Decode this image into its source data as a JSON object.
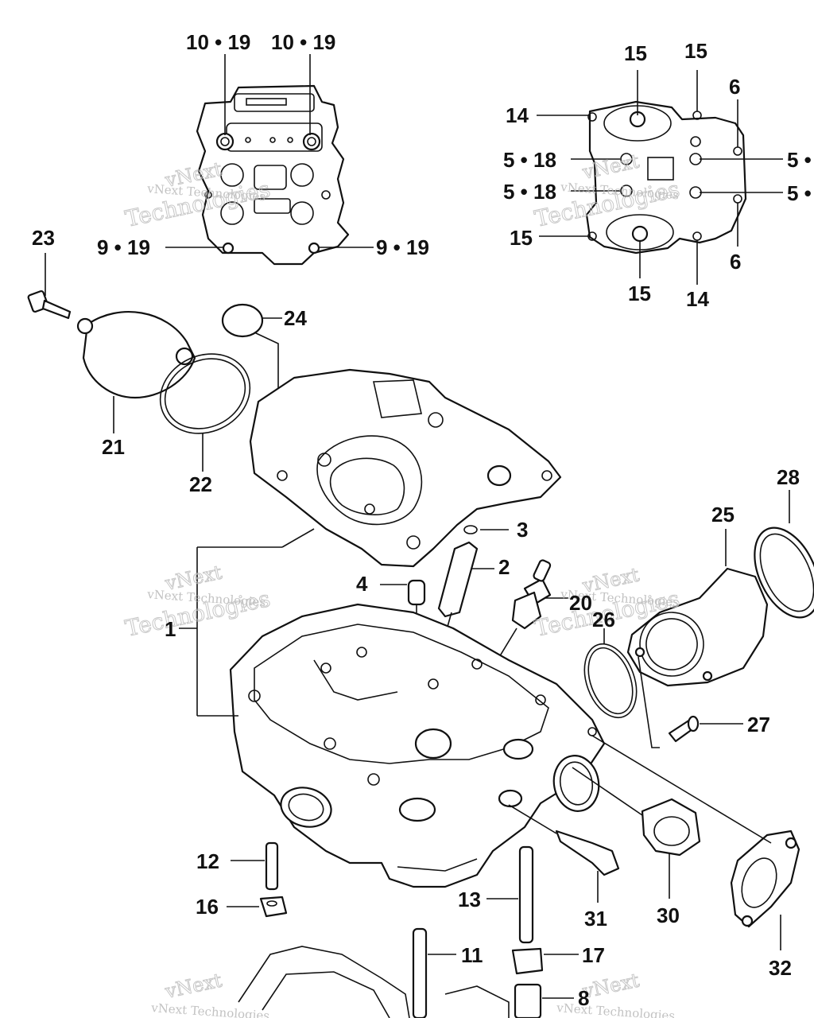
{
  "diagram": {
    "callouts": [
      {
        "id": "c-10-19-a",
        "text": "10 • 19"
      },
      {
        "id": "c-10-19-b",
        "text": "10 • 19"
      },
      {
        "id": "c-9-19-a",
        "text": "9 • 19"
      },
      {
        "id": "c-9-19-b",
        "text": "9 • 19"
      },
      {
        "id": "c-15-a",
        "text": "15"
      },
      {
        "id": "c-15-b",
        "text": "15"
      },
      {
        "id": "c-6-a",
        "text": "6"
      },
      {
        "id": "c-14-a",
        "text": "14"
      },
      {
        "id": "c-5-18-a",
        "text": "5 • 18"
      },
      {
        "id": "c-5-18-b",
        "text": "5 • 18"
      },
      {
        "id": "c-5-a",
        "text": "5 •"
      },
      {
        "id": "c-5-b",
        "text": "5 •"
      },
      {
        "id": "c-15-c",
        "text": "15"
      },
      {
        "id": "c-15-d",
        "text": "15"
      },
      {
        "id": "c-14-b",
        "text": "14"
      },
      {
        "id": "c-6-b",
        "text": "6"
      },
      {
        "id": "c-23",
        "text": "23"
      },
      {
        "id": "c-24",
        "text": "24"
      },
      {
        "id": "c-21",
        "text": "21"
      },
      {
        "id": "c-22",
        "text": "22"
      },
      {
        "id": "c-28",
        "text": "28"
      },
      {
        "id": "c-25",
        "text": "25"
      },
      {
        "id": "c-3",
        "text": "3"
      },
      {
        "id": "c-2",
        "text": "2"
      },
      {
        "id": "c-4",
        "text": "4"
      },
      {
        "id": "c-20",
        "text": "20"
      },
      {
        "id": "c-26",
        "text": "26"
      },
      {
        "id": "c-1",
        "text": "1"
      },
      {
        "id": "c-27",
        "text": "27"
      },
      {
        "id": "c-12",
        "text": "12"
      },
      {
        "id": "c-13",
        "text": "13"
      },
      {
        "id": "c-16",
        "text": "16"
      },
      {
        "id": "c-31",
        "text": "31"
      },
      {
        "id": "c-30",
        "text": "30"
      },
      {
        "id": "c-32",
        "text": "32"
      },
      {
        "id": "c-11",
        "text": "11"
      },
      {
        "id": "c-17",
        "text": "17"
      },
      {
        "id": "c-8",
        "text": "8"
      }
    ],
    "watermark": {
      "line1": "vNext",
      "line2": "Technologies",
      "small": "vNext Technologies"
    }
  }
}
